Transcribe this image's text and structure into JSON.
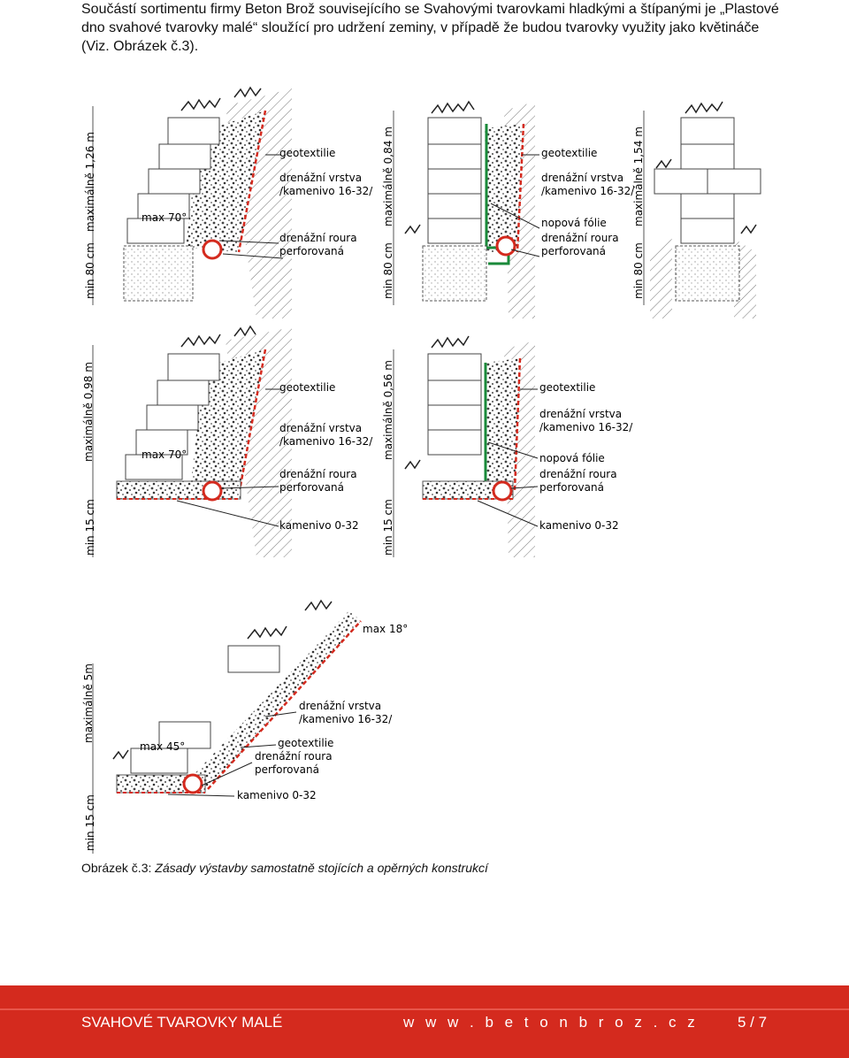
{
  "intro": {
    "text": "Součástí sortimentu firmy Beton Brož souvisejícího se Svahovými tvarovkami hladkými a štípanými je „Plastové dno svahové tvarovky malé“ sloužící pro udržení zeminy, v případě že budou tvarovky využity jako květináče (Viz. Obrázek č.3)."
  },
  "labels": {
    "geotextile": "geotextilie",
    "drain_layer_1": "drenážní vrstva",
    "drain_layer_2": "/kamenivo 16-32/",
    "pipe_1": "drenážní roura",
    "pipe_2": "perforovaná",
    "foil": "nopová fólie",
    "gravel": "kamenivo 0-32",
    "max70": "max 70°",
    "max45": "max 45°",
    "max18": "max 18°",
    "dim_126": "maximálně 1,26 m",
    "dim_084": "maximálně 0,84 m",
    "dim_154": "maximálně 1,54 m",
    "dim_098": "maximálně 0,98 m",
    "dim_056": "maximálně 0,56 m",
    "dim_5m": "maximálně 5m",
    "min80": "min 80 cm",
    "min15": "min 15 cm"
  },
  "caption": {
    "prefix": "Obrázek č.3: ",
    "text": "Zásady výstavby samostatně stojících a opěrných konstrukcí"
  },
  "footer": {
    "left": "SVAHOVÉ TVAROVKY MALÉ",
    "center": "w w w . b e t o n b r o z . c z",
    "right": "5 / 7"
  },
  "colors": {
    "red": "#d42a1e",
    "green": "#1a8a3a"
  }
}
